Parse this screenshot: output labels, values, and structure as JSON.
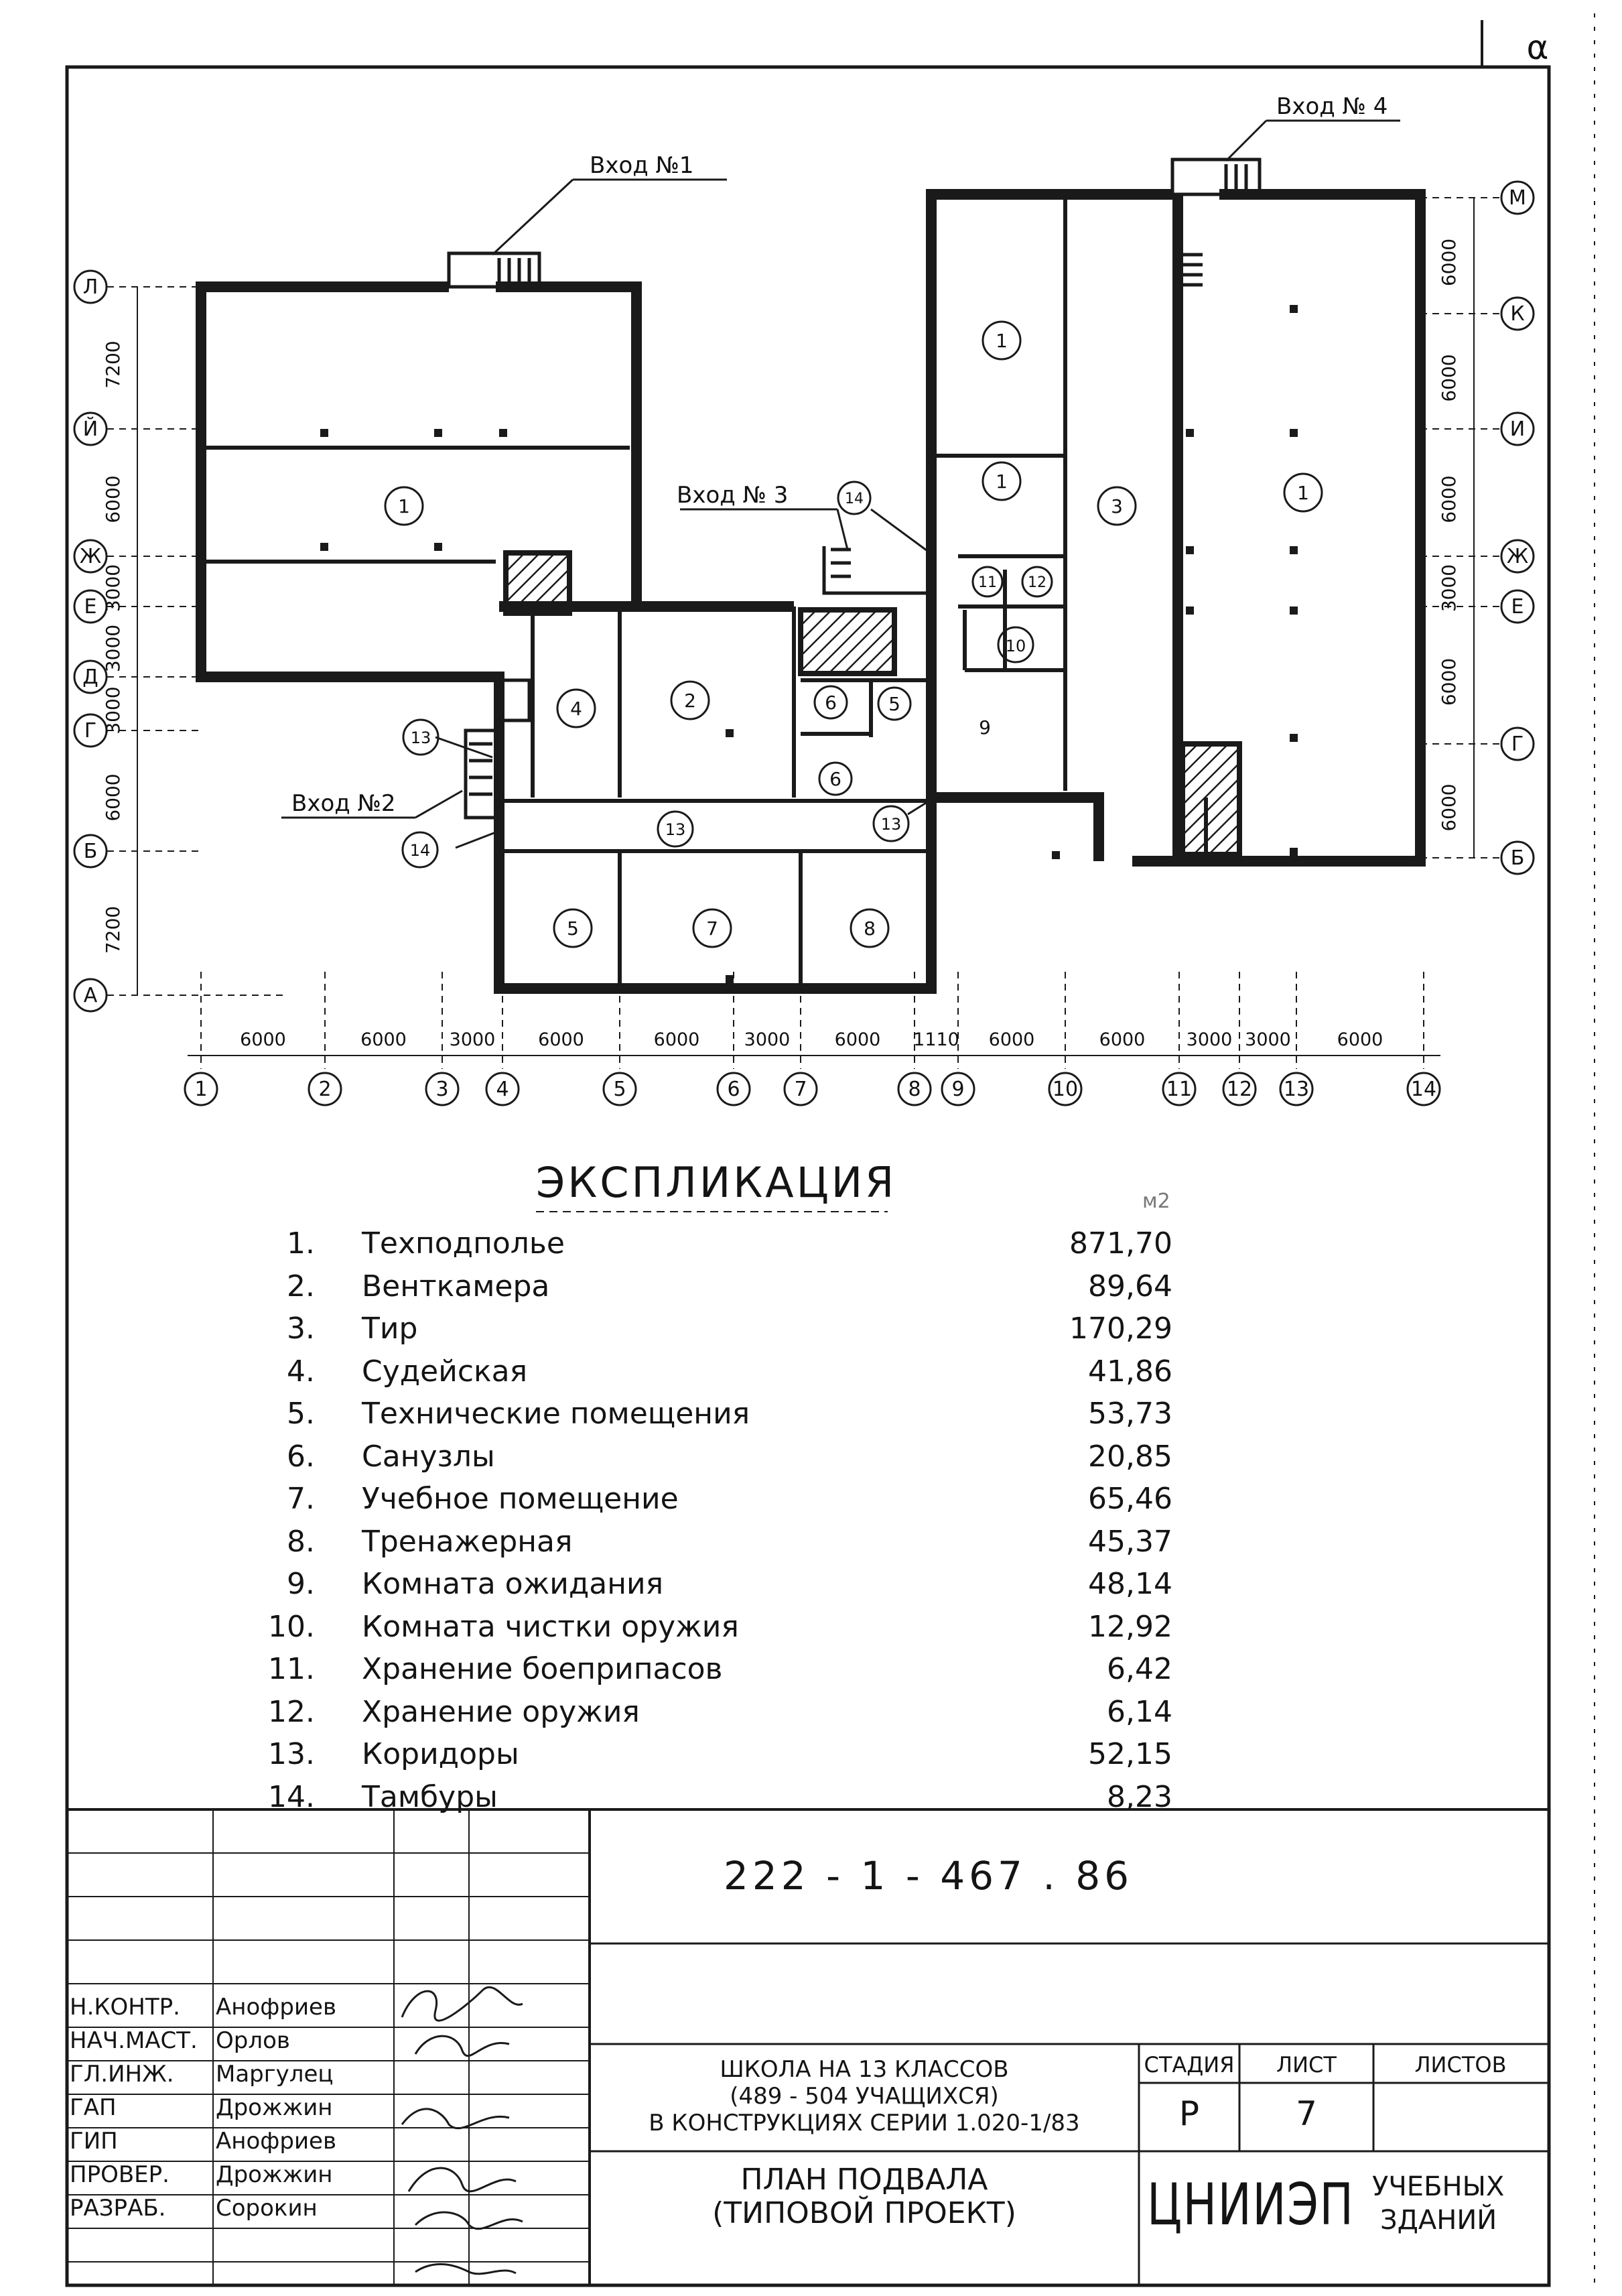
{
  "sheet": {
    "corner_mark": "α",
    "entrances": {
      "e1": "Вход №1",
      "e2": "Вход №2",
      "e3": "Вход № 3",
      "e4": "Вход № 4"
    },
    "axes_left": [
      "Л",
      "Й",
      "Ж",
      "Е",
      "Д",
      "Г",
      "Б",
      "А"
    ],
    "axes_left_dims": [
      "7200",
      "6000",
      "3000",
      "3000",
      "3000",
      "6000",
      "7200"
    ],
    "axes_right": [
      "М",
      "К",
      "И",
      "Ж",
      "Е",
      "Г",
      "Б"
    ],
    "axes_right_dims": [
      "6000",
      "6000",
      "6000",
      "3000",
      "6000",
      "6000"
    ],
    "axes_bottom": [
      "1",
      "2",
      "3",
      "4",
      "5",
      "6",
      "7",
      "8",
      "9",
      "10",
      "11",
      "12",
      "13",
      "14"
    ],
    "axes_bottom_dims": [
      "6000",
      "6000",
      "3000",
      "6000",
      "6000",
      "3000",
      "6000",
      "1110",
      "6000",
      "6000",
      "3000",
      "3000",
      "6000"
    ]
  },
  "rooms": {
    "r1": "1",
    "r2": "2",
    "r3": "3",
    "r4": "4",
    "r5": "5",
    "r6": "6",
    "r7": "7",
    "r8": "8",
    "r9": "9",
    "r10": "10",
    "r11": "11",
    "r12": "12",
    "r13": "13",
    "r14": "14"
  },
  "explication": {
    "title": "ЭКСПЛИКАЦИЯ",
    "unit": "м2",
    "items": [
      {
        "num": "1.",
        "name": "Техподполье",
        "area": "871,70"
      },
      {
        "num": "2.",
        "name": "Венткамера",
        "area": "89,64"
      },
      {
        "num": "3.",
        "name": "Тир",
        "area": "170,29"
      },
      {
        "num": "4.",
        "name": "Судейская",
        "area": "41,86"
      },
      {
        "num": "5.",
        "name": "Технические помещения",
        "area": "53,73"
      },
      {
        "num": "6.",
        "name": "Санузлы",
        "area": "20,85"
      },
      {
        "num": "7.",
        "name": "Учебное помещение",
        "area": "65,46"
      },
      {
        "num": "8.",
        "name": "Тренажерная",
        "area": "45,37"
      },
      {
        "num": "9.",
        "name": "Комната ожидания",
        "area": "48,14"
      },
      {
        "num": "10.",
        "name": "Комната чистки оружия",
        "area": "12,92"
      },
      {
        "num": "11.",
        "name": "Хранение боеприпасов",
        "area": "6,42"
      },
      {
        "num": "12.",
        "name": "Хранение оружия",
        "area": "6,14"
      },
      {
        "num": "13.",
        "name": "Коридоры",
        "area": "52,15"
      },
      {
        "num": "14.",
        "name": "Тамбуры",
        "area": "8,23"
      }
    ]
  },
  "title_block": {
    "code": "222 - 1 - 467 . 86",
    "project_line1": "ШКОЛА НА 13 КЛАССОВ",
    "project_line2": "(489 - 504 УЧАЩИХСЯ)",
    "project_line3": "В КОНСТРУКЦИЯХ СЕРИИ 1.020-1/83",
    "sheet_title1": "ПЛАН ПОДВАЛА",
    "sheet_title2": "(ТИПОВОЙ ПРОЕКТ)",
    "stage_label": "СТАДИЯ",
    "sheet_label": "ЛИСТ",
    "sheets_label": "ЛИСТОВ",
    "stage_value": "Р",
    "sheet_value": "7",
    "org_logo": "ЦНИИЭП",
    "org_line1": "УЧЕБНЫХ",
    "org_line2": "ЗДАНИЙ",
    "people": [
      {
        "role": "Н.КОНТР.",
        "name": "Анофриев"
      },
      {
        "role": "НАЧ.МАСТ.",
        "name": "Орлов"
      },
      {
        "role": "ГЛ.ИНЖ.",
        "name": "Маргулец"
      },
      {
        "role": "ГАП",
        "name": "Дрожжин"
      },
      {
        "role": "ГИП",
        "name": "Анофриев"
      },
      {
        "role": "ПРОВЕР.",
        "name": "Дрожжин"
      },
      {
        "role": "РАЗРАБ.",
        "name": "Сорокин"
      }
    ]
  }
}
